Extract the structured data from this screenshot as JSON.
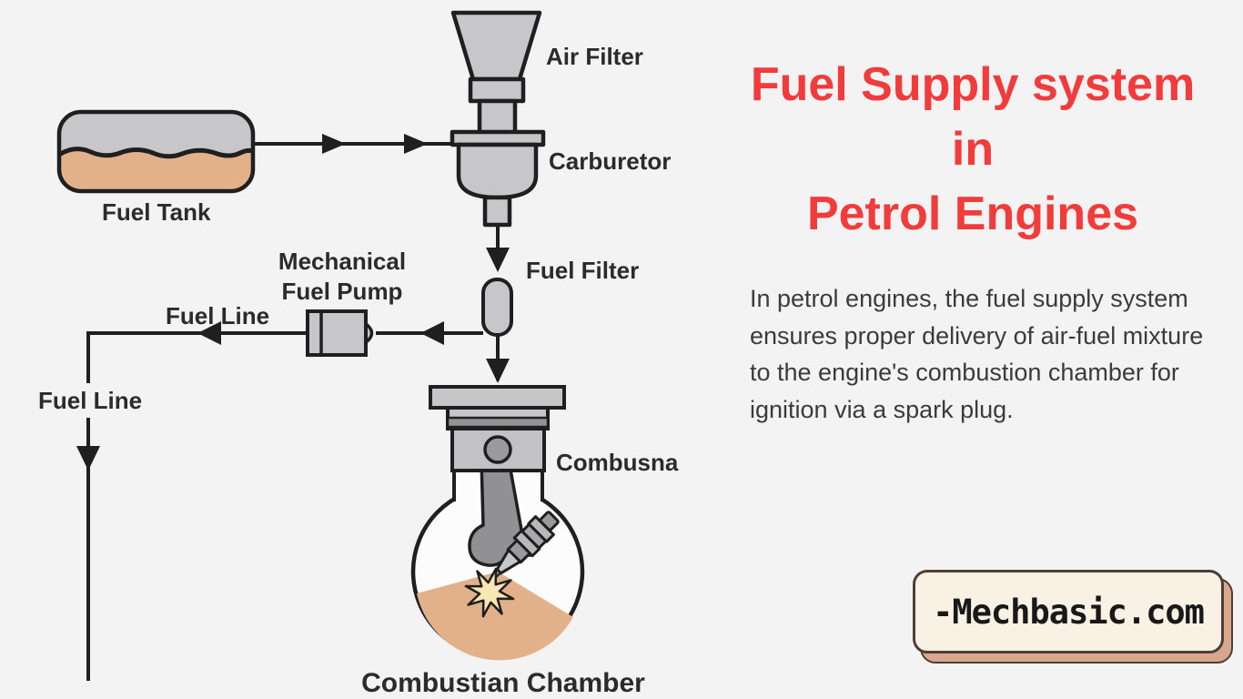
{
  "page": {
    "background": "#f4f3f3"
  },
  "diagram": {
    "labels": {
      "air_filter": "Air Filter",
      "carburetor": "Carburetor",
      "fuel_tank": "Fuel Tank",
      "mech_pump_line1": "Mechanical",
      "mech_pump_line2": "Fuel Pump",
      "fuel_filter": "Fuel Filter",
      "fuel_line_upper": "Fuel Line",
      "fuel_line_left": "Fuel Line",
      "combustion_side": "Combusna",
      "combustion_bottom": "Combustian Chamber"
    },
    "colors": {
      "outline": "#1f1f1f",
      "metal_light": "#c7c7c9",
      "metal_dark": "#98989a",
      "fuel": "#e2b189",
      "spark": "#f6e7b3",
      "chamber_interior": "#fcfcfc"
    }
  },
  "panel": {
    "title_lines": [
      "Fuel Supply system",
      "in",
      "Petrol Engines"
    ],
    "title_color": "#f23b3b",
    "description": "In petrol engines, the fuel supply system ensures proper delivery of air-fuel mixture to the engine's combustion chamber for ignition via a spark plug.",
    "badge": {
      "text": "-Mechbasic.com"
    }
  }
}
